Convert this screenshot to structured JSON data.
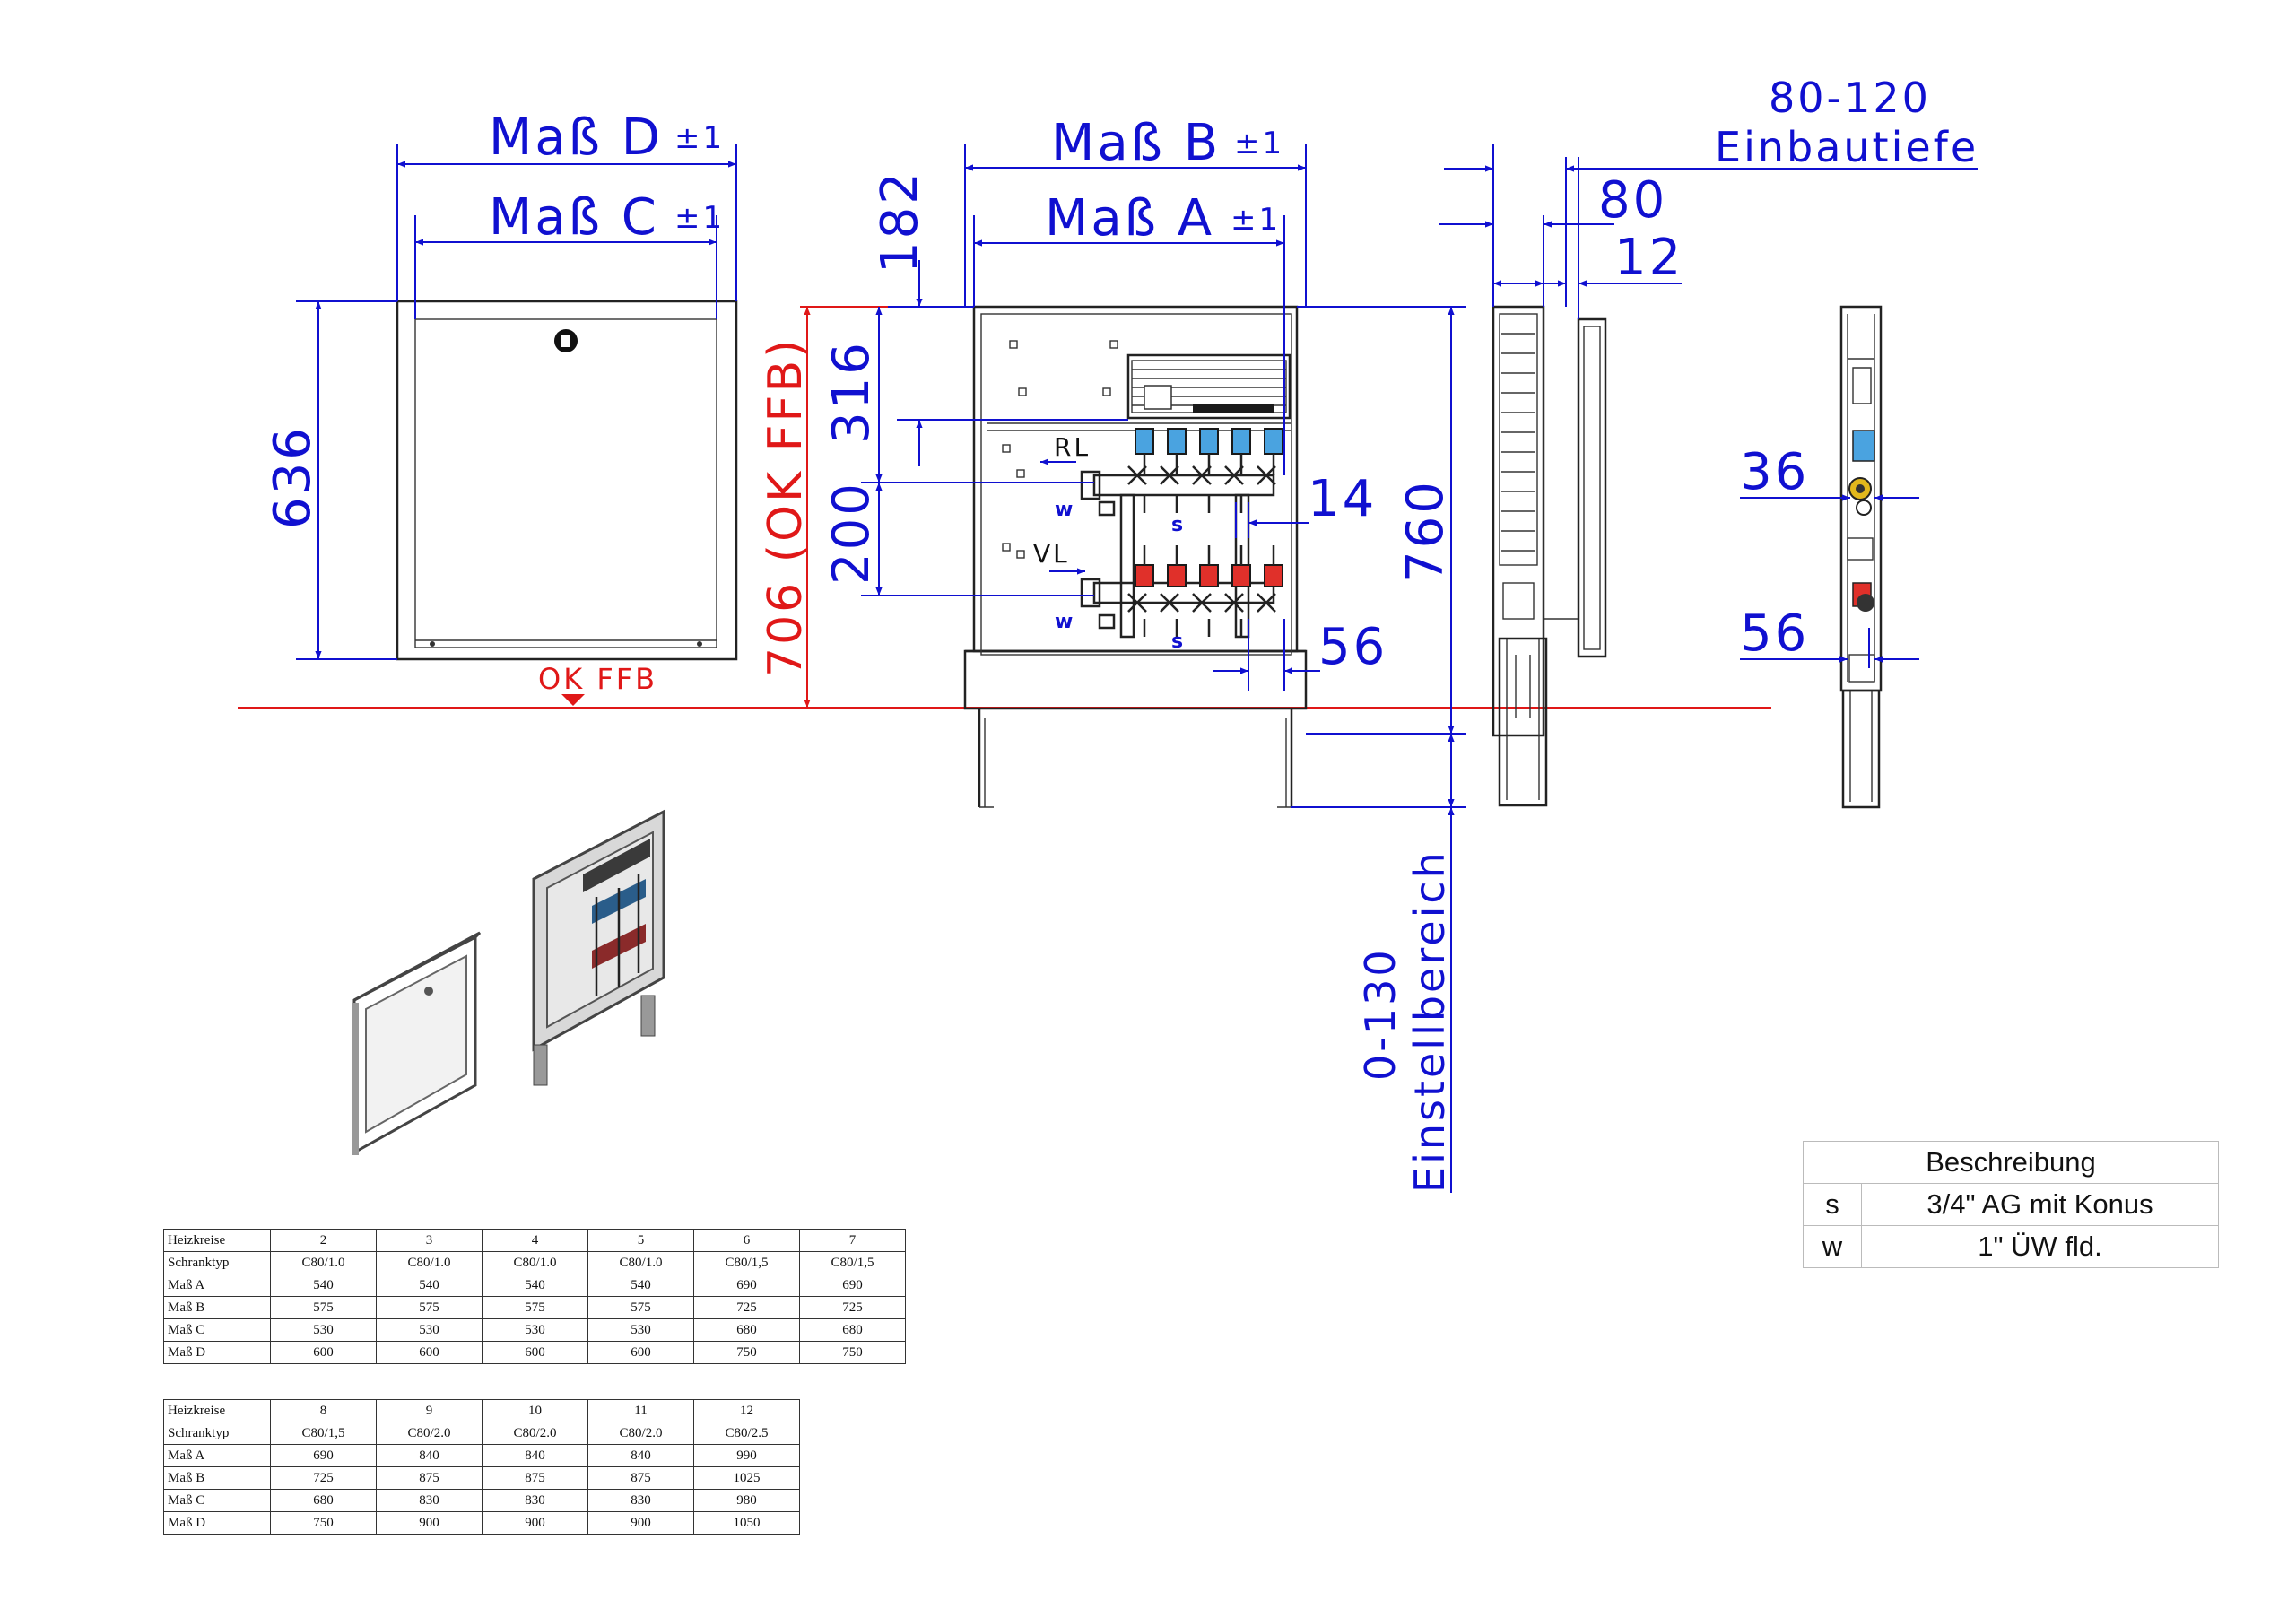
{
  "dimensions": {
    "mass_d": "Maß D",
    "mass_c": "Maß C",
    "mass_b": "Maß B",
    "mass_a": "Maß A",
    "tol": "±1",
    "h636": "636",
    "ok_ffb": "OK FFB",
    "h706": "706 (OK FFB)",
    "h182": "182",
    "h316": "316",
    "h200": "200",
    "h760": "760",
    "d14": "14",
    "d56": "56",
    "rl": "RL",
    "vl": "VL",
    "s": "s",
    "w": "w",
    "depth_range": "80-120",
    "depth_label": "Einbautiefe",
    "d80": "80",
    "d12": "12",
    "d36": "36",
    "d56b": "56",
    "adj_range": "0-130",
    "adj_label": "Einstellbereich"
  },
  "table1": {
    "header": [
      "Heizkreise",
      "2",
      "3",
      "4",
      "5",
      "6",
      "7"
    ],
    "rows": [
      [
        "Schranktyp",
        "C80/1.0",
        "C80/1.0",
        "C80/1.0",
        "C80/1.0",
        "C80/1,5",
        "C80/1,5"
      ],
      [
        "Maß A",
        "540",
        "540",
        "540",
        "540",
        "690",
        "690"
      ],
      [
        "Maß B",
        "575",
        "575",
        "575",
        "575",
        "725",
        "725"
      ],
      [
        "Maß C",
        "530",
        "530",
        "530",
        "530",
        "680",
        "680"
      ],
      [
        "Maß D",
        "600",
        "600",
        "600",
        "600",
        "750",
        "750"
      ]
    ]
  },
  "table2": {
    "header": [
      "Heizkreise",
      "8",
      "9",
      "10",
      "11",
      "12"
    ],
    "rows": [
      [
        "Schranktyp",
        "C80/1,5",
        "C80/2.0",
        "C80/2.0",
        "C80/2.0",
        "C80/2.5"
      ],
      [
        "Maß A",
        "690",
        "840",
        "840",
        "840",
        "990"
      ],
      [
        "Maß B",
        "725",
        "875",
        "875",
        "875",
        "1025"
      ],
      [
        "Maß C",
        "680",
        "830",
        "830",
        "830",
        "980"
      ],
      [
        "Maß D",
        "750",
        "900",
        "900",
        "900",
        "1050"
      ]
    ]
  },
  "legend": {
    "title": "Beschreibung",
    "rows": [
      {
        "key": "s",
        "value": "3/4\" AG mit Konus"
      },
      {
        "key": "w",
        "value": "1\" ÜW fld."
      }
    ]
  },
  "colors": {
    "dimension": "#1010d0",
    "floor_line": "#e01818",
    "outline": "#222222"
  }
}
